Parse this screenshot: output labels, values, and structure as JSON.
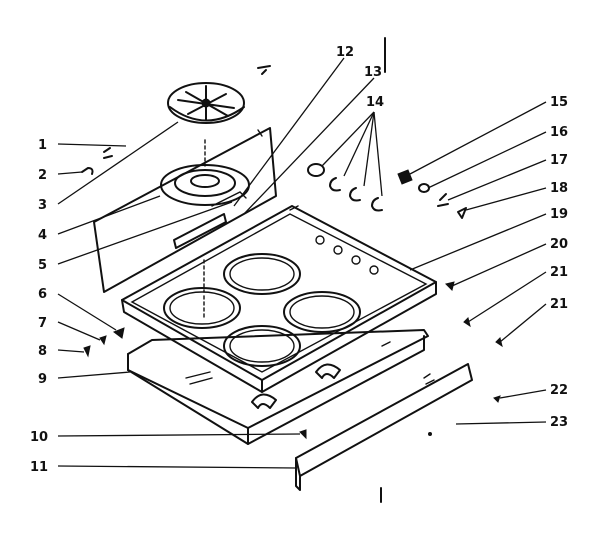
{
  "callouts": [
    {
      "id": "1",
      "label": "1"
    },
    {
      "id": "2",
      "label": "2"
    },
    {
      "id": "3",
      "label": "3"
    },
    {
      "id": "4",
      "label": "4"
    },
    {
      "id": "5",
      "label": "5"
    },
    {
      "id": "6",
      "label": "6"
    },
    {
      "id": "7",
      "label": "7"
    },
    {
      "id": "8",
      "label": "8"
    },
    {
      "id": "9",
      "label": "9"
    },
    {
      "id": "10",
      "label": "10"
    },
    {
      "id": "11",
      "label": "11"
    },
    {
      "id": "12",
      "label": "12"
    },
    {
      "id": "13",
      "label": "13"
    },
    {
      "id": "14",
      "label": "14"
    },
    {
      "id": "15",
      "label": "15"
    },
    {
      "id": "16",
      "label": "16"
    },
    {
      "id": "17",
      "label": "17"
    },
    {
      "id": "18",
      "label": "18"
    },
    {
      "id": "19",
      "label": "19"
    },
    {
      "id": "20",
      "label": "20"
    },
    {
      "id": "21a",
      "label": "21"
    },
    {
      "id": "21b",
      "label": "21"
    },
    {
      "id": "22",
      "label": "22"
    },
    {
      "id": "23",
      "label": "23"
    }
  ]
}
